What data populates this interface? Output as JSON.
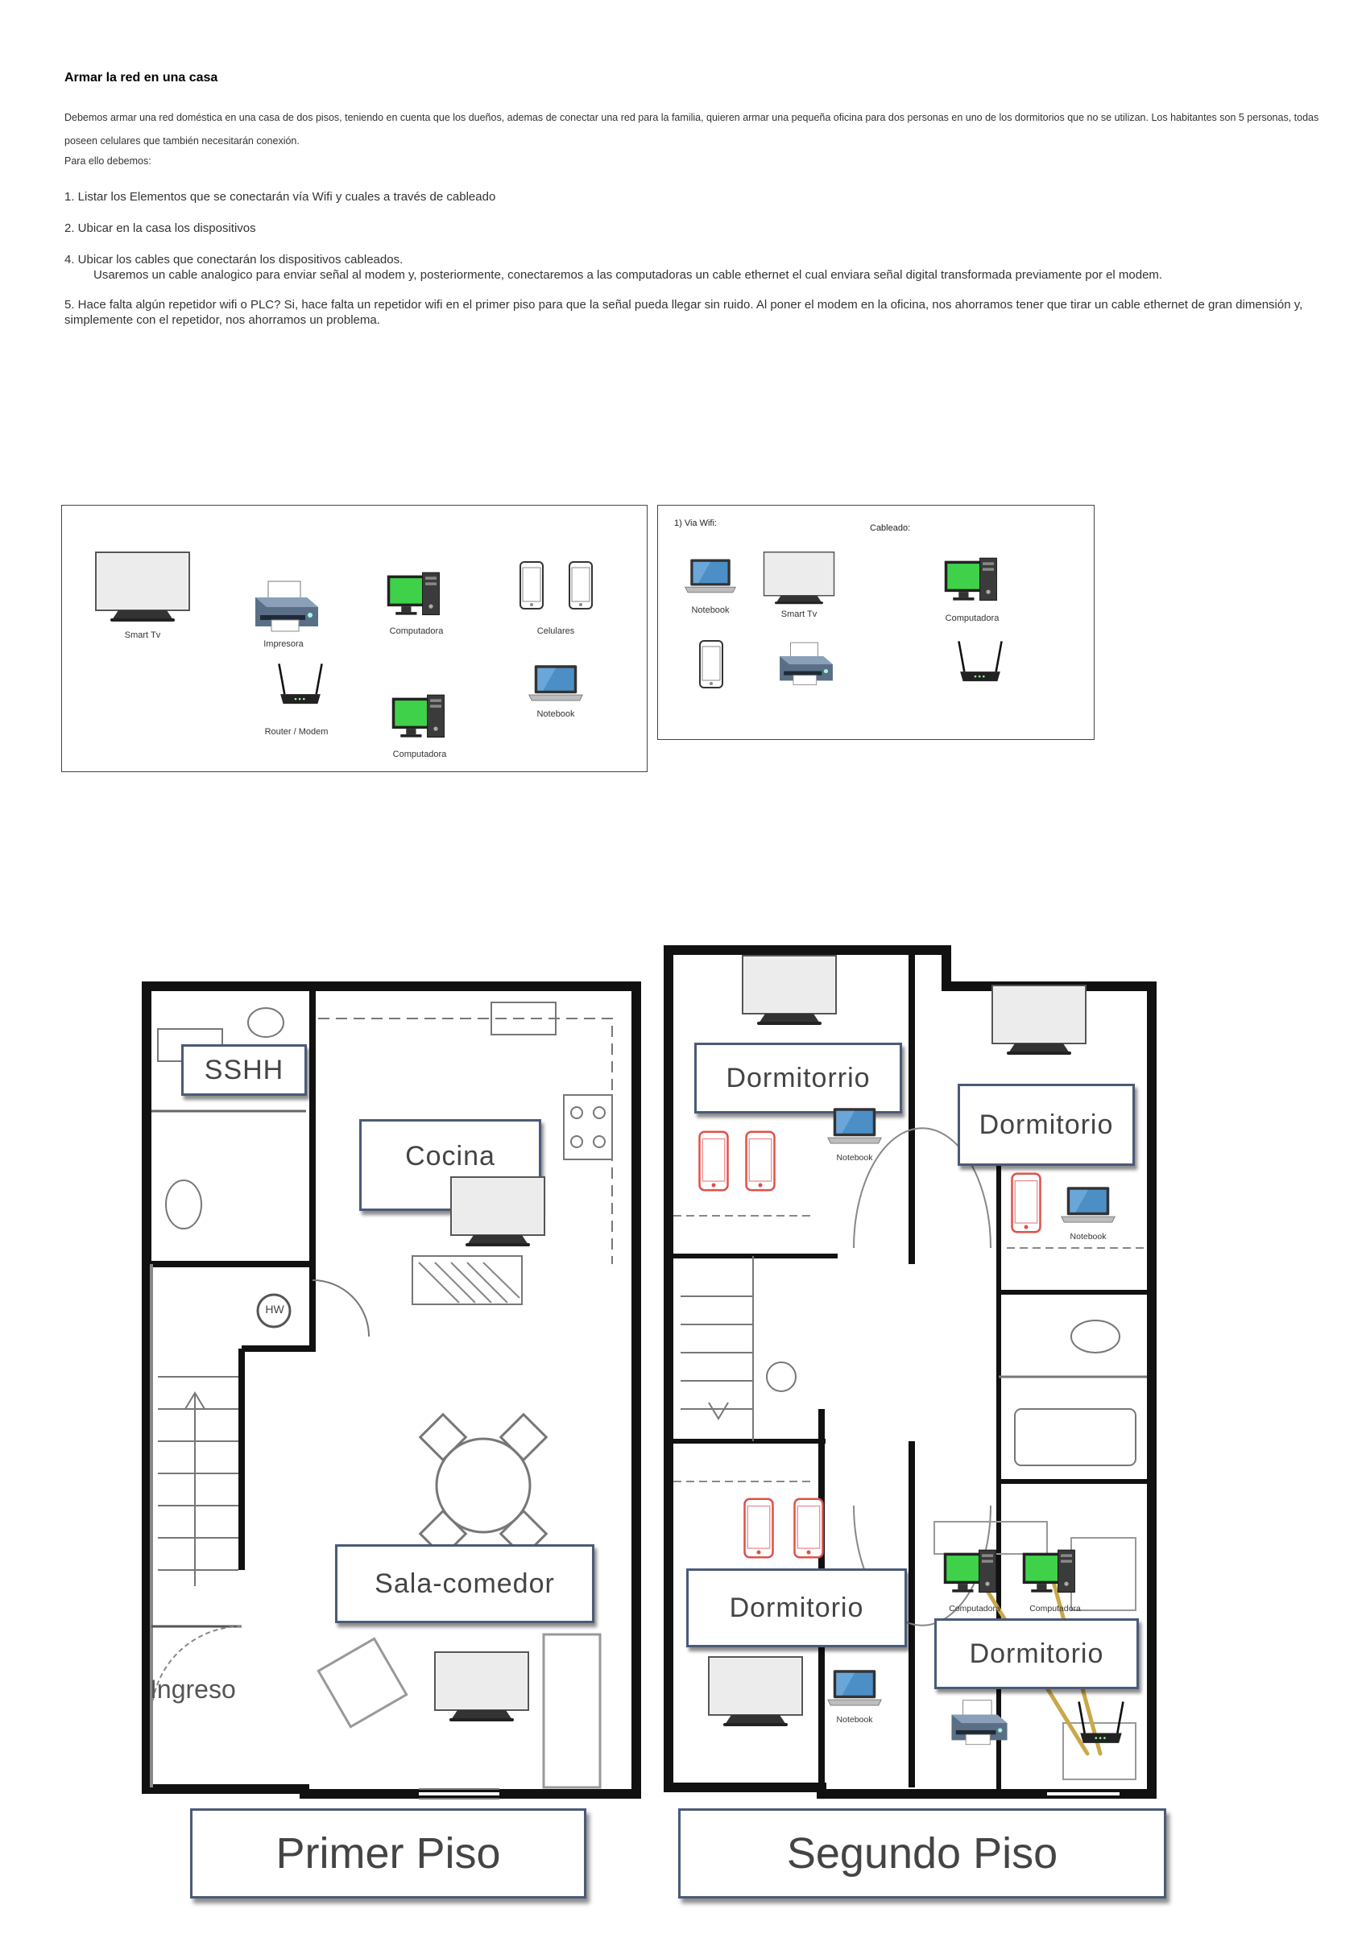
{
  "page": {
    "title": "Armar la red en una casa",
    "intro": "Debemos armar una red doméstica en una casa de dos pisos, teniendo en cuenta que los dueños, ademas de conectar una red para la familia, quieren armar una pequeña oficina para dos personas en uno de los dormitorios que no se utilizan. Los habitantes son 5 personas, todas poseen celulares que también necesitarán conexión.",
    "para_label": "Para ello debemos:",
    "step1": "1. Listar los Elementos que se conectarán vía Wifi y cuales a través de cableado",
    "step2": "2. Ubicar en la casa los dispositivos",
    "step4": "4. Ubicar los cables que conectarán los dispositivos cableados.",
    "step4_detail": "Usaremos un cable analogico para enviar señal al modem y, posteriormente, conectaremos a las computadoras un cable ethernet el cual enviara señal digital transformada previamente por el modem.",
    "step5": "5. Hace falta algún repetidor wifi o PLC? Si, hace falta un repetidor wifi en el primer piso para que la señal pueda llegar sin ruido. Al poner el modem en la oficina, nos ahorramos tener que tirar un cable ethernet de gran dimensión y, simplemente con el repetidor, nos ahorramos un problema."
  },
  "inventory": {
    "smart_tv": "Smart Tv",
    "impresora": "Impresora",
    "computadora_1": "Computadora",
    "celulares": "Celulares",
    "router": "Router / Modem",
    "computadora_2": "Computadora",
    "notebook": "Notebook"
  },
  "classification": {
    "wifi_heading": "1) Via Wifi:",
    "cable_heading": "Cableado:",
    "notebook": "Notebook",
    "smart_tv": "Smart Tv",
    "computadora": "Computadora"
  },
  "floorplan": {
    "primer_piso": "Primer Piso",
    "segundo_piso": "Segundo Piso",
    "rooms": {
      "sshh": "SSHH",
      "cocina": "Cocina",
      "sala_comedor": "Sala-comedor",
      "ingreso": "Ingreso",
      "hw": "HW",
      "dormitorio_1": "Dormitorrio",
      "dormitorio_2": "Dormitorio",
      "dormitorio_3": "Dormitorio",
      "dormitorio_4": "Dormitorio"
    },
    "device_labels": {
      "notebook_a": "Notebook",
      "notebook_b": "Notebook",
      "notebook_c": "Notebook",
      "computadora_a": "Computadora",
      "computadora_b": "Computadora"
    }
  },
  "colors": {
    "screen_green": "#3fd14a",
    "phone_red": "#e0504a",
    "cable_yellow": "#c9a84a",
    "room_border": "#4a5a78",
    "wall": "#111111"
  },
  "icons": [
    "tv-icon",
    "printer-icon",
    "desktop-computer-icon",
    "smartphone-icon",
    "router-icon",
    "laptop-icon"
  ]
}
